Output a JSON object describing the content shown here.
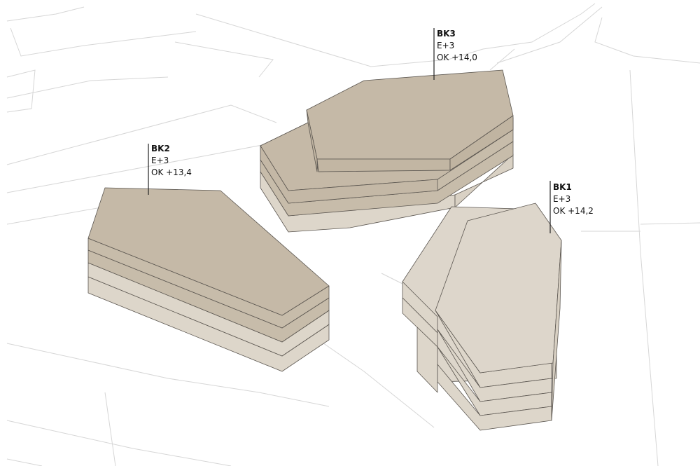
{
  "colors": {
    "background": "#ffffff",
    "map_lines": "#d6d6d6",
    "roof_dark": "#c5b9a7",
    "floor_dark": "#c7bcaa",
    "floor_light": "#ddd6ca",
    "roof_light": "#ddd6cb",
    "edge": "#5b5650"
  },
  "buildings": [
    {
      "id": "BK3",
      "name": "BK3",
      "floors": "E+3",
      "height": "OK +14,0"
    },
    {
      "id": "BK2",
      "name": "BK2",
      "floors": "E+3",
      "height": "OK +13,4"
    },
    {
      "id": "BK1",
      "name": "BK1",
      "floors": "E+3",
      "height": "OK +14,2"
    }
  ]
}
